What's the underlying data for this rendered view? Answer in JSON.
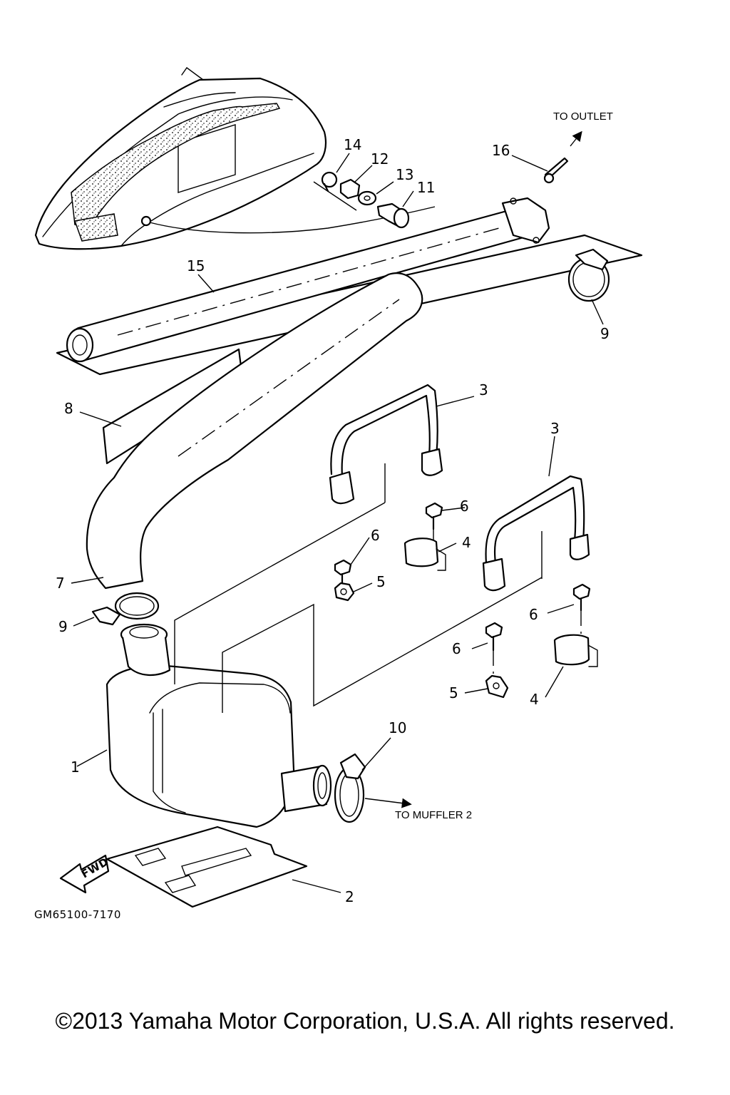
{
  "diagram": {
    "callouts": [
      "1",
      "2",
      "3",
      "3",
      "4",
      "4",
      "5",
      "5",
      "6",
      "6",
      "6",
      "6",
      "7",
      "8",
      "9",
      "9",
      "10",
      "11",
      "12",
      "13",
      "14",
      "15",
      "16"
    ],
    "notes": {
      "to_outlet": "TO OUTLET",
      "to_muffler": "TO MUFFLER 2",
      "fwd": "FWD"
    },
    "drawing_code": "GM65100-7170"
  },
  "footer": {
    "copyright": "©2013 Yamaha Motor Corporation, U.S.A. All rights reserved."
  }
}
